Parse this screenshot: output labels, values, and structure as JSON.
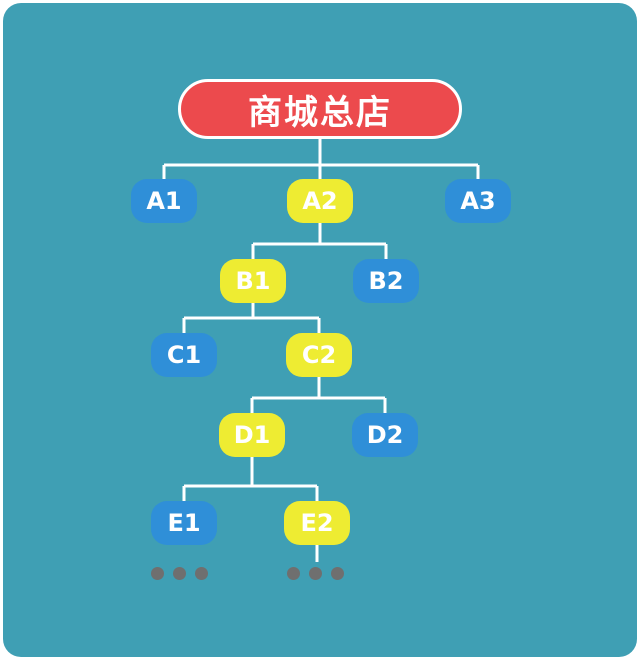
{
  "root": {
    "label": "商城总店"
  },
  "levels": {
    "a": {
      "a1": "A1",
      "a2": "A2",
      "a3": "A3"
    },
    "b": {
      "b1": "B1",
      "b2": "B2"
    },
    "c": {
      "c1": "C1",
      "c2": "C2"
    },
    "d": {
      "d1": "D1",
      "d2": "D2"
    },
    "e": {
      "e1": "E1",
      "e2": "E2"
    }
  },
  "colors": {
    "background": "#3f9fb4",
    "root_fill": "#ec4a4d",
    "selected_node": "#eeec32",
    "other_node": "#2f8fd8",
    "connector": "#ffffff",
    "ellipsis": "#6f6f6f"
  }
}
